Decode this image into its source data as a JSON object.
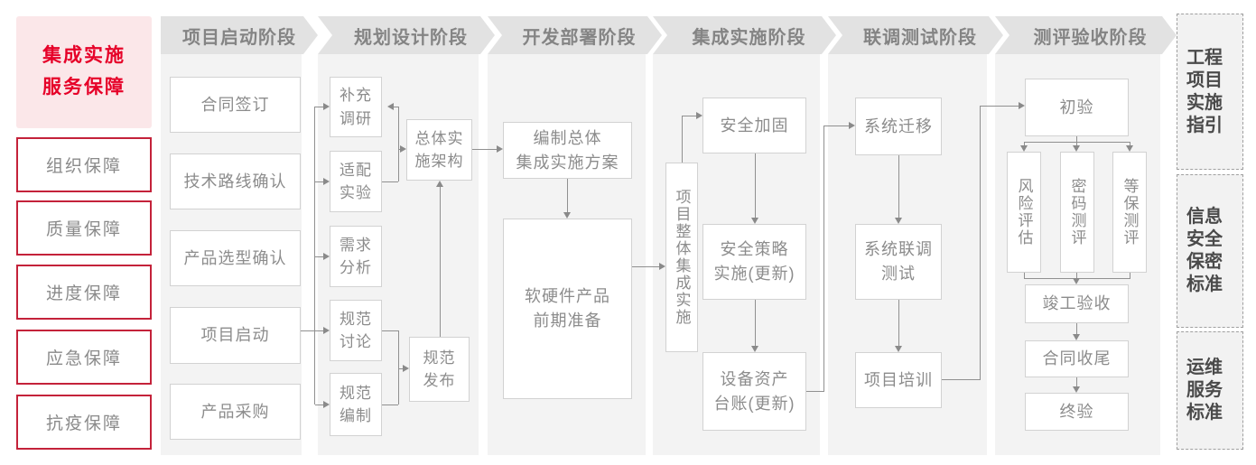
{
  "sidebar": {
    "title_lines": [
      "集成实施",
      "服务保障"
    ],
    "items": [
      "组织保障",
      "质量保障",
      "进度保障",
      "应急保障",
      "抗疫保障"
    ]
  },
  "phases": [
    "项目启动阶段",
    "规划设计阶段",
    "开发部署阶段",
    "集成实施阶段",
    "联调测试阶段",
    "测评验收阶段"
  ],
  "nodes": {
    "contract_signing": "合同签订",
    "tech_route": "技术路线确认",
    "product_selection": "产品选型确认",
    "project_kickoff": "项目启动",
    "procurement": "产品采购",
    "supp_research": {
      "lines": [
        "补充",
        "调研"
      ]
    },
    "adaptation": {
      "lines": [
        "适配",
        "实验"
      ]
    },
    "req_analysis": {
      "lines": [
        "需求",
        "分析"
      ]
    },
    "spec_discussion": {
      "lines": [
        "规范",
        "讨论"
      ]
    },
    "spec_compilation": {
      "lines": [
        "规范",
        "编制"
      ]
    },
    "overall_arch": {
      "lines": [
        "总体实",
        "施架构"
      ]
    },
    "spec_release": {
      "lines": [
        "规范",
        "发布"
      ]
    },
    "overall_plan": {
      "lines": [
        "编制总体",
        "集成实施方案"
      ]
    },
    "hw_sw_prep": {
      "lines": [
        "软硬件产品",
        "前期准备"
      ]
    },
    "project_integration": "项目整体集成实施",
    "security_hardening": "安全加固",
    "security_policy": {
      "lines": [
        "安全策略",
        "实施(更新)"
      ]
    },
    "asset_ledger": {
      "lines": [
        "设备资产",
        "台账(更新)"
      ]
    },
    "system_migration": "系统迁移",
    "joint_test": {
      "lines": [
        "系统联调",
        "测试"
      ]
    },
    "project_training": "项目培训",
    "preliminary_acceptance": "初验",
    "risk_assessment": "风险评估",
    "crypto_eval": "密码测评",
    "classified_eval": "等保测评",
    "completion_acceptance": "竣工验收",
    "contract_closure": "合同收尾",
    "final_acceptance": "终验"
  },
  "standards": [
    {
      "lines": [
        "工程",
        "项目",
        "实施",
        "指引"
      ]
    },
    {
      "lines": [
        "信息",
        "安全",
        "保密",
        "标准"
      ]
    },
    {
      "lines": [
        "运维",
        "服务",
        "标准"
      ]
    }
  ],
  "colors": {
    "accent_red": "#e60028",
    "red_border": "#c4223a",
    "pink_bg": "#fbe7e9",
    "header_bg": "#e2e2e2",
    "panel_bg": "#f3f3f3",
    "box_border": "#d2d2d2",
    "text_gray": "#8c8c8c",
    "line_gray": "#909090",
    "standards_text": "#4a4a4a"
  }
}
